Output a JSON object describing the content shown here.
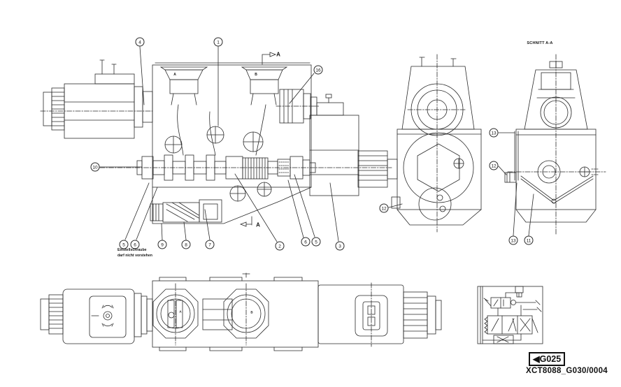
{
  "drawing": {
    "section_title": "SCHNITT A-A",
    "cut_letter_top": "A",
    "cut_letter_bottom": "A",
    "port_a": "A",
    "port_b": "B",
    "plan_port_a": "A",
    "plan_port_b": "B",
    "note_line1": "Einstellschraube",
    "note_line2": "darf nicht vorstehen",
    "figure_ref_arrow": "◀",
    "figure_ref": "G025",
    "drawing_number": "XCT8088_G030/0004",
    "colors": {
      "line": "#2a2a2a",
      "background": "#ffffff"
    }
  },
  "callouts": {
    "main": [
      "4",
      "1",
      "16",
      "10",
      "5",
      "6",
      "9",
      "8",
      "7",
      "2",
      "6",
      "5",
      "3"
    ],
    "end": [
      "12"
    ],
    "section": [
      "13",
      "12",
      "13",
      "11"
    ]
  }
}
